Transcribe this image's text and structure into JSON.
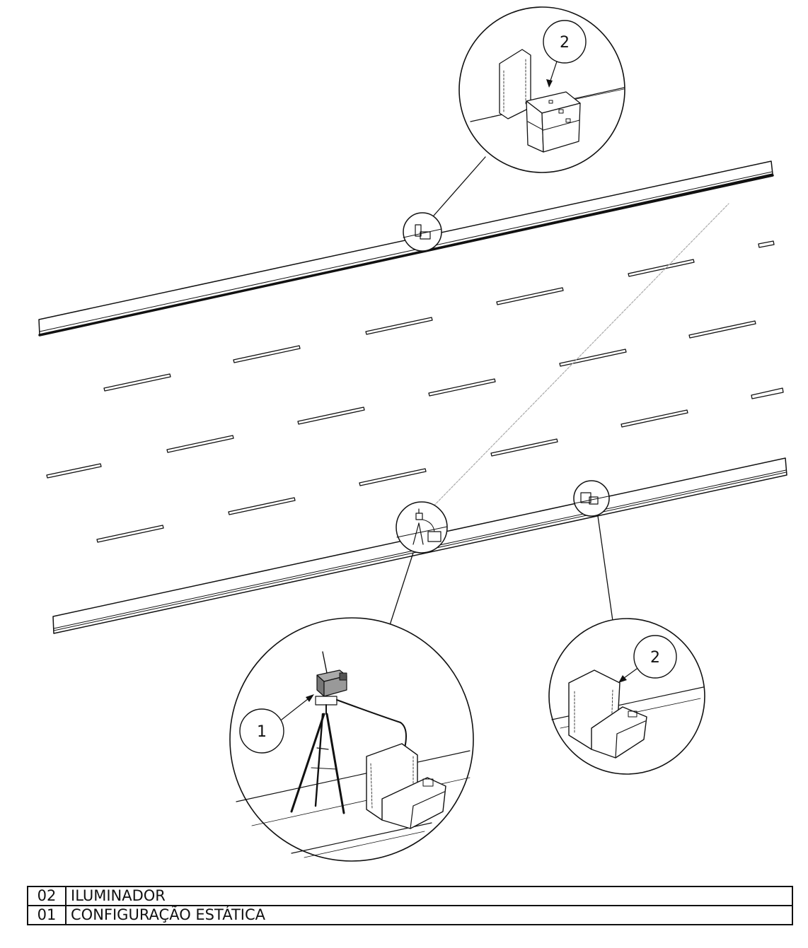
{
  "callouts": {
    "top_illuminator": "2",
    "camera_tripod": "1",
    "bottom_illuminator": "2"
  },
  "parts_list": {
    "rows": [
      {
        "item": "02",
        "description": "ILUMINADOR"
      },
      {
        "item": "01",
        "description": "CONFIGURAÇÃO ESTÁTICA"
      }
    ]
  }
}
